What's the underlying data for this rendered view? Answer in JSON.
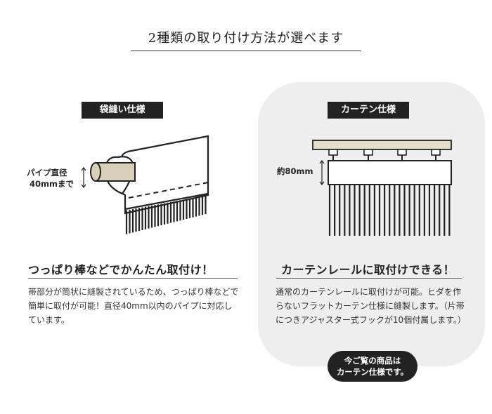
{
  "heading": "2種類の取り付け方法が選べます",
  "left": {
    "tag": "袋縫い仕様",
    "pipe_label_line1": "パイプ直径",
    "pipe_label_line2": "40mmまで",
    "title": "つっぱり棒などでかんたん取付け！",
    "description": "帯部分が筒状に縫製されているため、つっぱり棒などで簡単に取付が可能！直径40mm以内のパイプに対応しています。"
  },
  "right": {
    "tag": "カーテン仕様",
    "height_label": "約80mm",
    "title": "カーテンレールに取付けできる！",
    "description": "通常のカーテンレールに取付けが可能。ヒダを作らないフラットカーテン仕様に縫製します。（片帯につきアジャスター式フックが10個付属します。）",
    "badge_line1": "今ご覧の商品は",
    "badge_line2": "カーテン仕様です。"
  },
  "colors": {
    "pipe": "#d8d0b8",
    "rail": "#e7dfca",
    "dark": "#222222",
    "card": "#eeeeee"
  }
}
